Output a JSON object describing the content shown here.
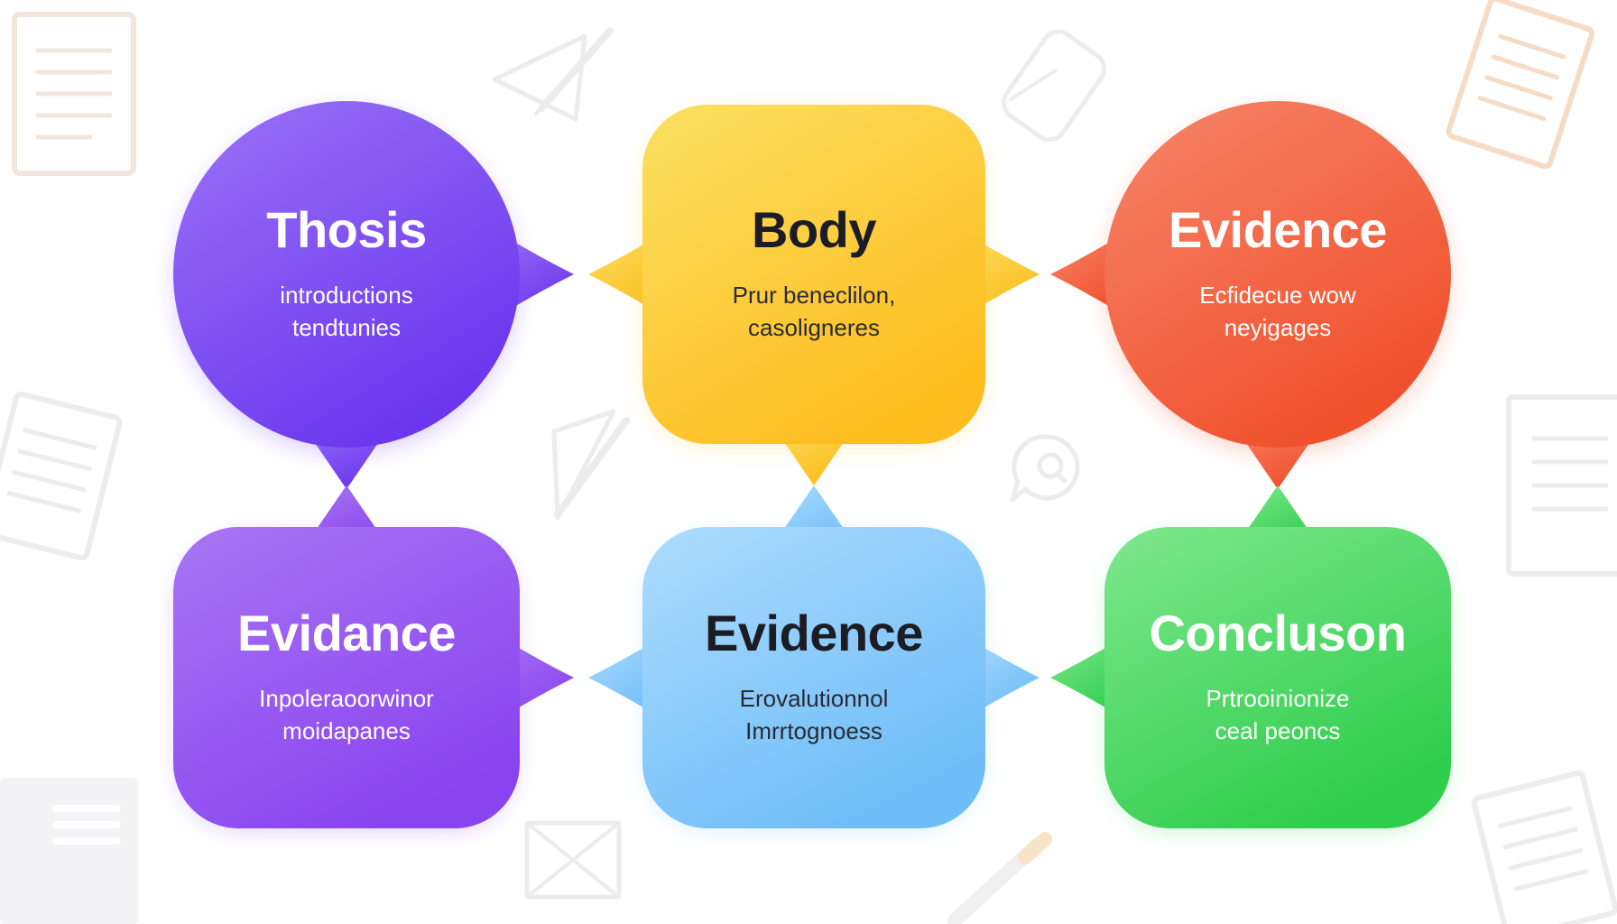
{
  "nodes": [
    {
      "id": "thesis",
      "title": "Thosis",
      "lines": [
        "introductions",
        "tendtunies"
      ],
      "color_top": "#9a73f6",
      "color_bottom": "#6b36ee",
      "shape": "circle"
    },
    {
      "id": "body",
      "title": "Body",
      "lines": [
        "Prur beneclilon,",
        "casoligneres"
      ],
      "color_top": "#fbe063",
      "color_bottom": "#fdbd1f",
      "shape": "rounded"
    },
    {
      "id": "evidence-orange",
      "title": "Evidence",
      "lines": [
        "Ecfidecue wow",
        "neyigages"
      ],
      "color_top": "#f6856a",
      "color_bottom": "#f0502c",
      "shape": "circle"
    },
    {
      "id": "evidance-purple",
      "title": "Evidance",
      "lines": [
        "Inpoleraoorwinor",
        "moidapanes"
      ],
      "color_top": "#a876f4",
      "color_bottom": "#8a44ef",
      "shape": "rounded"
    },
    {
      "id": "evidence-blue",
      "title": "Evidence",
      "lines": [
        "Erovalutionnol",
        "Imrrtognoess"
      ],
      "color_top": "#aedcfd",
      "color_bottom": "#6ebdf8",
      "shape": "rounded"
    },
    {
      "id": "conclusion",
      "title": "Concluson",
      "lines": [
        "Prtrooinionize",
        "ceal peoncs"
      ],
      "color_top": "#7fe88e",
      "color_bottom": "#2fcd4c",
      "shape": "rounded"
    }
  ],
  "decor_icons": [
    "document-icon",
    "pencil-icon",
    "eraser-icon",
    "notepad-icon",
    "document-icon",
    "pencil-icon",
    "search-bubble-icon",
    "document-icon",
    "menu-card-icon",
    "envelope-icon",
    "pencil-icon",
    "document-icon"
  ]
}
